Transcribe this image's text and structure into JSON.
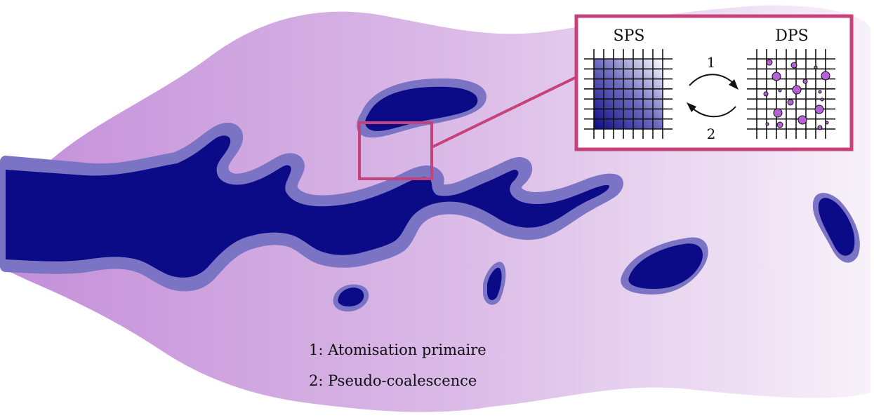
{
  "inset": {
    "left_title": "SPS",
    "right_title": "DPS",
    "arrow_forward_label": "1",
    "arrow_backward_label": "2"
  },
  "legend": {
    "items": [
      "1: Atomisation primaire",
      "2: Pseudo-coalescence"
    ]
  },
  "colors": {
    "liquid_core": "#0b0a87",
    "liquid_halo": "#7b74c4",
    "spray_left": "#c48fd9",
    "spray_right": "#f5eef8",
    "highlight": "#c5437a",
    "droplet": "#b560d6",
    "grid": "#111111"
  }
}
